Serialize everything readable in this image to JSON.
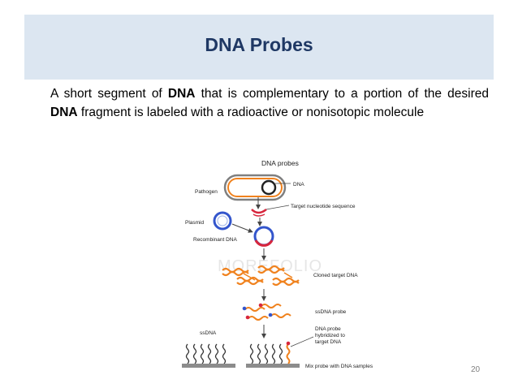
{
  "slide": {
    "title": "DNA Probes",
    "body": {
      "part1": "A short segment of ",
      "bold1": "DNA",
      "part2": " that is complementary to a portion of the desired ",
      "bold2": "DNA",
      "part3": " fragment is labeled with a radioactive or nonisotopic molecule"
    },
    "page_number": "20"
  },
  "figure": {
    "title": "DNA probes",
    "watermark": "MOREFOLIO",
    "labels": {
      "dna": "DNA",
      "pathogen": "Pathogen",
      "target_sequence": "Target nucleotide sequence",
      "plasmid": "Plasmid",
      "recombinant_dna": "Recombinant DNA",
      "cloned_target": "Cloned target DNA",
      "ssdna_probe": "ssDNA probe",
      "ssdna": "ssDNA",
      "hybridized_1": "DNA probe",
      "hybridized_2": "hybridized to",
      "hybridized_3": "target DNA",
      "mix": "Mix probe with DNA samples"
    }
  },
  "colors": {
    "title_band": "#dce6f1",
    "title_text": "#1f3864",
    "dna_orange": "#f0821e",
    "probe_red": "#d7263d",
    "plasmid_blue": "#3355cc"
  }
}
